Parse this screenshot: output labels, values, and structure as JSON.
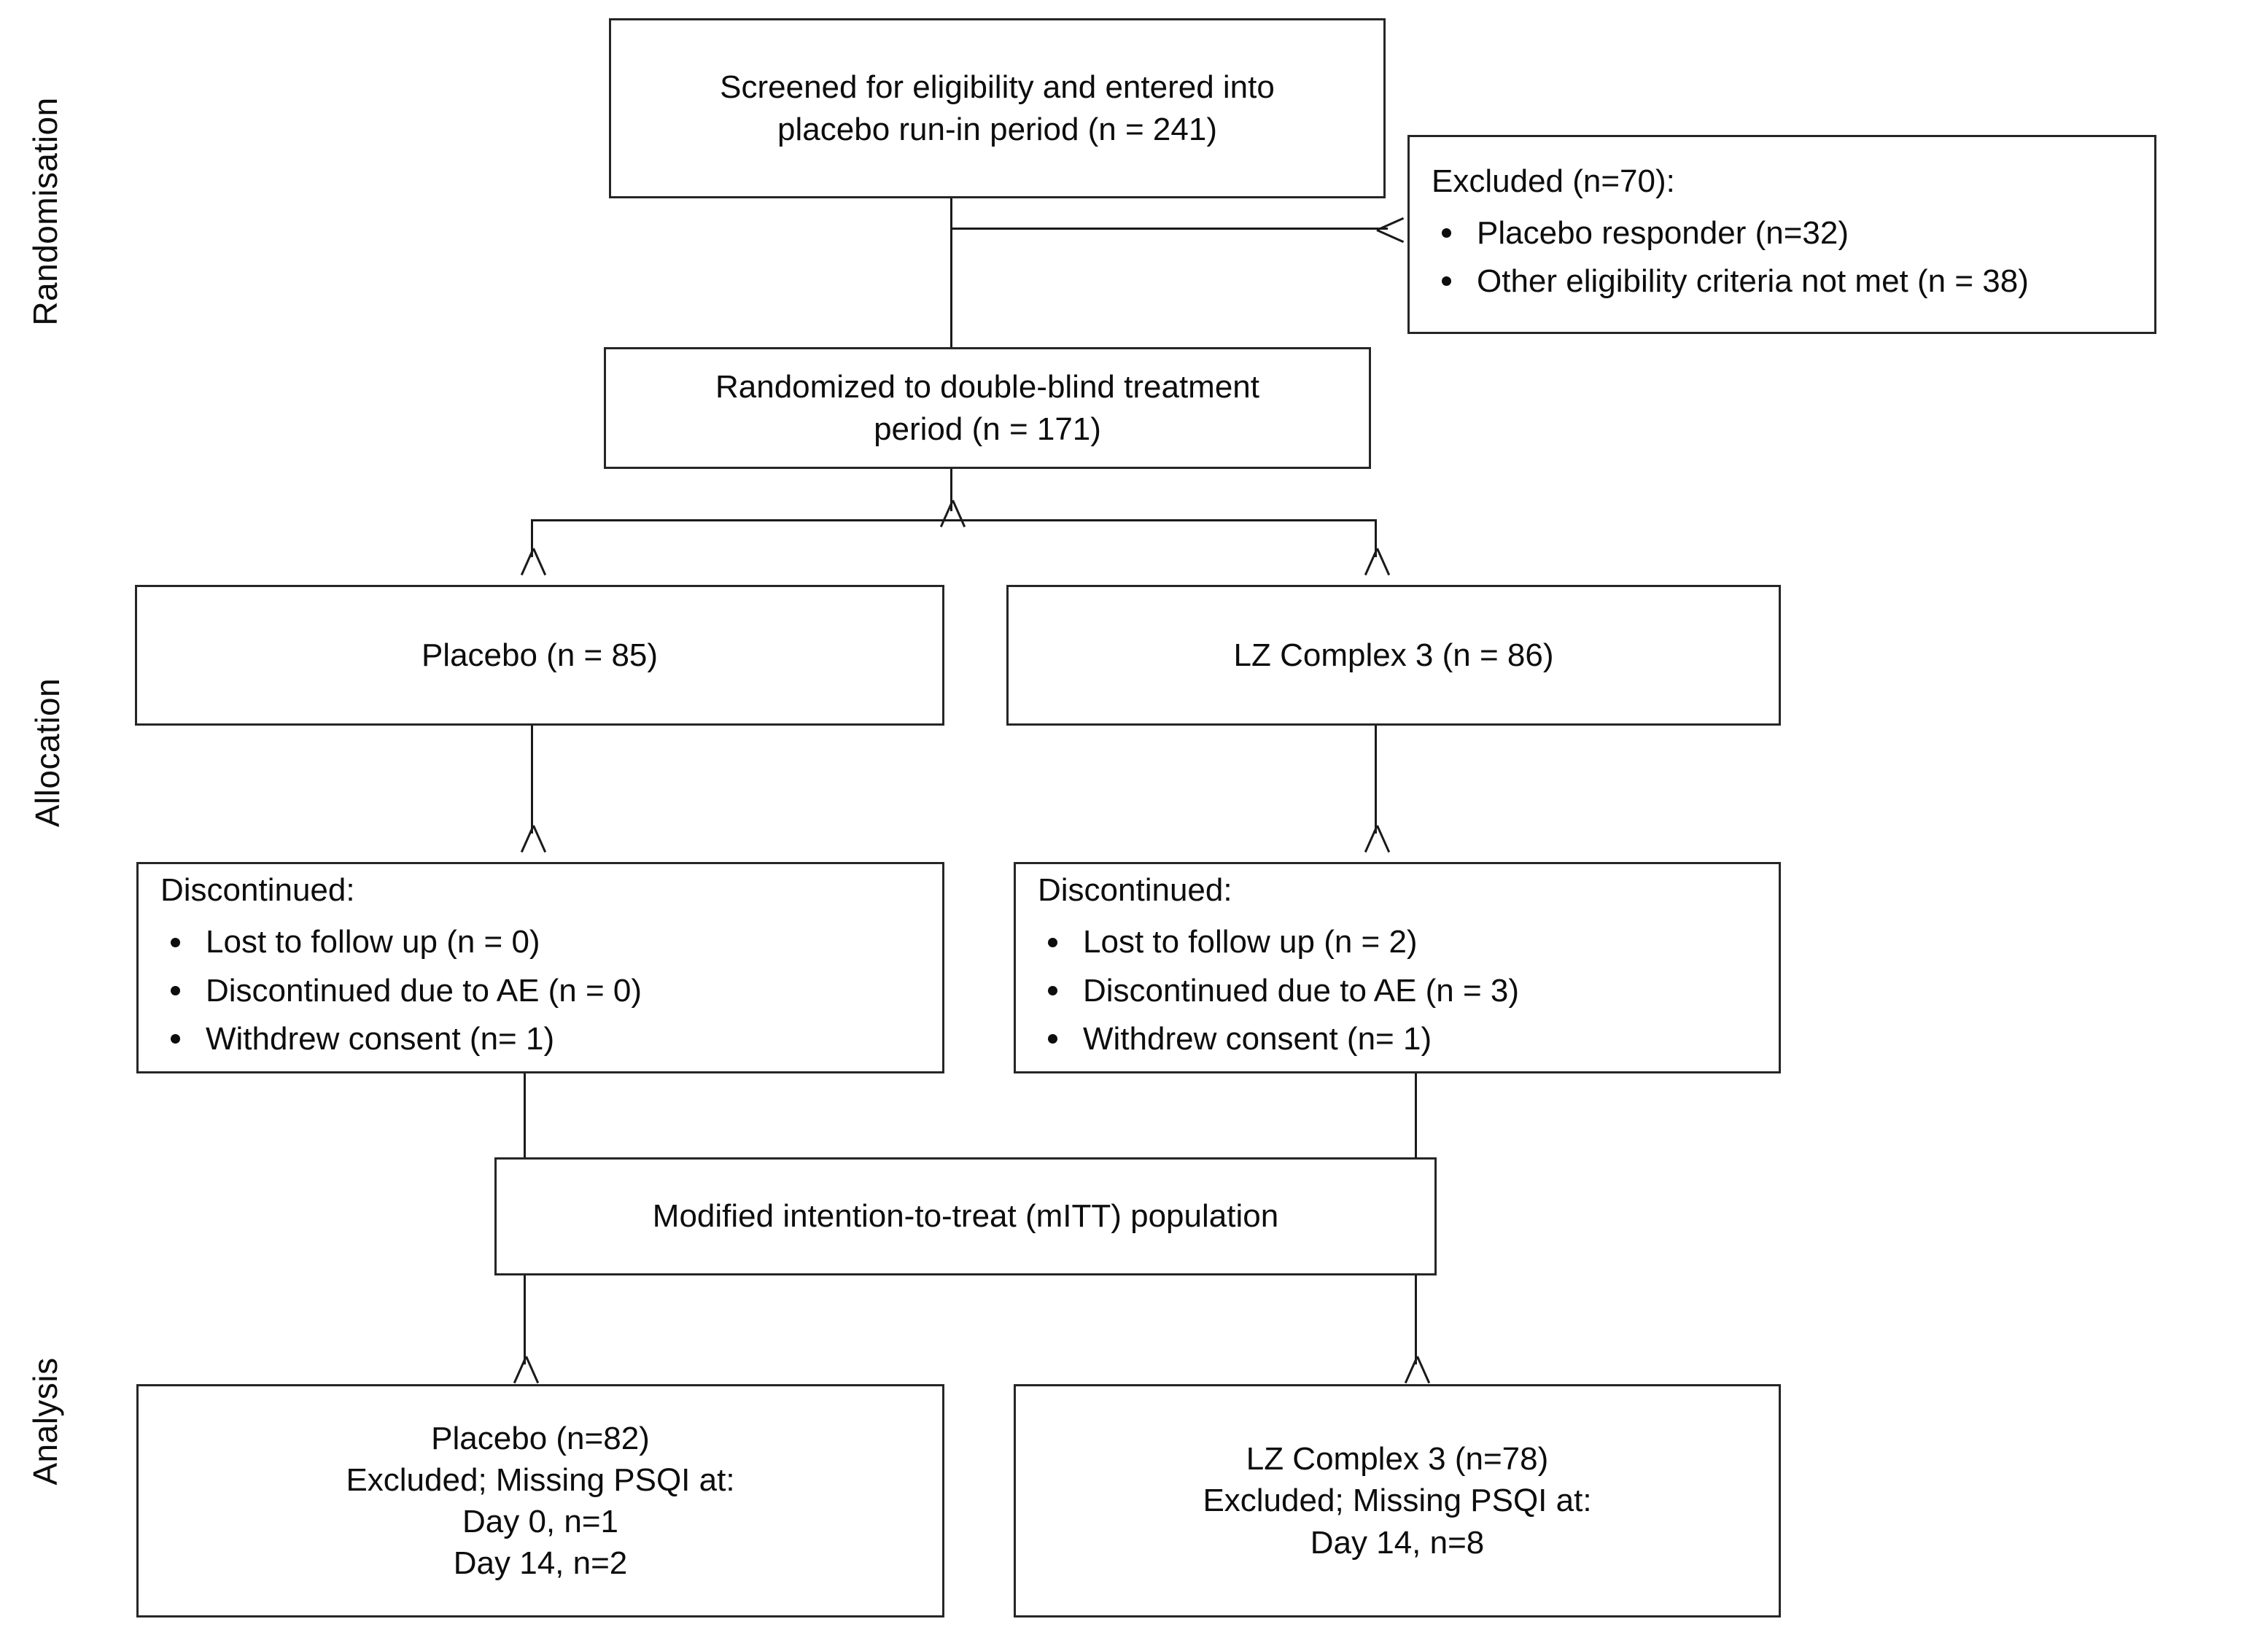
{
  "figure": {
    "type": "consort-flow-diagram",
    "line_color": "#1a1a1a",
    "box_border_color": "#262626",
    "background": "#ffffff",
    "text_color": "#0d0d0d"
  },
  "stages": [
    {
      "id": "randomisation",
      "label": "Randomisation"
    },
    {
      "id": "allocation",
      "label": "Allocation"
    },
    {
      "id": "analysis",
      "label": "Analysis"
    }
  ],
  "nodes": {
    "screened": {
      "lines": [
        "Screened for eligibility and entered into",
        "placebo run-in period (n = 241)"
      ]
    },
    "excluded": {
      "heading": "Excluded (n=70):",
      "items": [
        "Placebo responder (n=32)",
        "Other eligibility criteria not met (n = 38)"
      ]
    },
    "randomized": {
      "lines": [
        "Randomized to double-blind treatment",
        "period  (n = 171)"
      ]
    },
    "allocation_placebo": {
      "label": "Placebo (n = 85)"
    },
    "allocation_lz": {
      "label": "LZ Complex 3 (n = 86)"
    },
    "discontinued_placebo": {
      "heading": "Discontinued:",
      "items": [
        "Lost to follow up (n = 0)",
        "Discontinued due to AE (n = 0)",
        "Withdrew consent (n= 1)"
      ]
    },
    "discontinued_lz": {
      "heading": "Discontinued:",
      "items": [
        "Lost to follow up (n = 2)",
        "Discontinued due to AE (n = 3)",
        "Withdrew consent (n= 1)"
      ]
    },
    "mitt": {
      "label": "Modified intention-to-treat (mITT) population"
    },
    "analysis_placebo": {
      "lines": [
        "Placebo (n=82)",
        "Excluded; Missing PSQI at:",
        "Day 0, n=1",
        "Day 14, n=2"
      ]
    },
    "analysis_lz": {
      "lines": [
        "LZ Complex 3 (n=78)",
        "Excluded; Missing PSQI at:",
        "Day 14, n=8"
      ]
    }
  }
}
